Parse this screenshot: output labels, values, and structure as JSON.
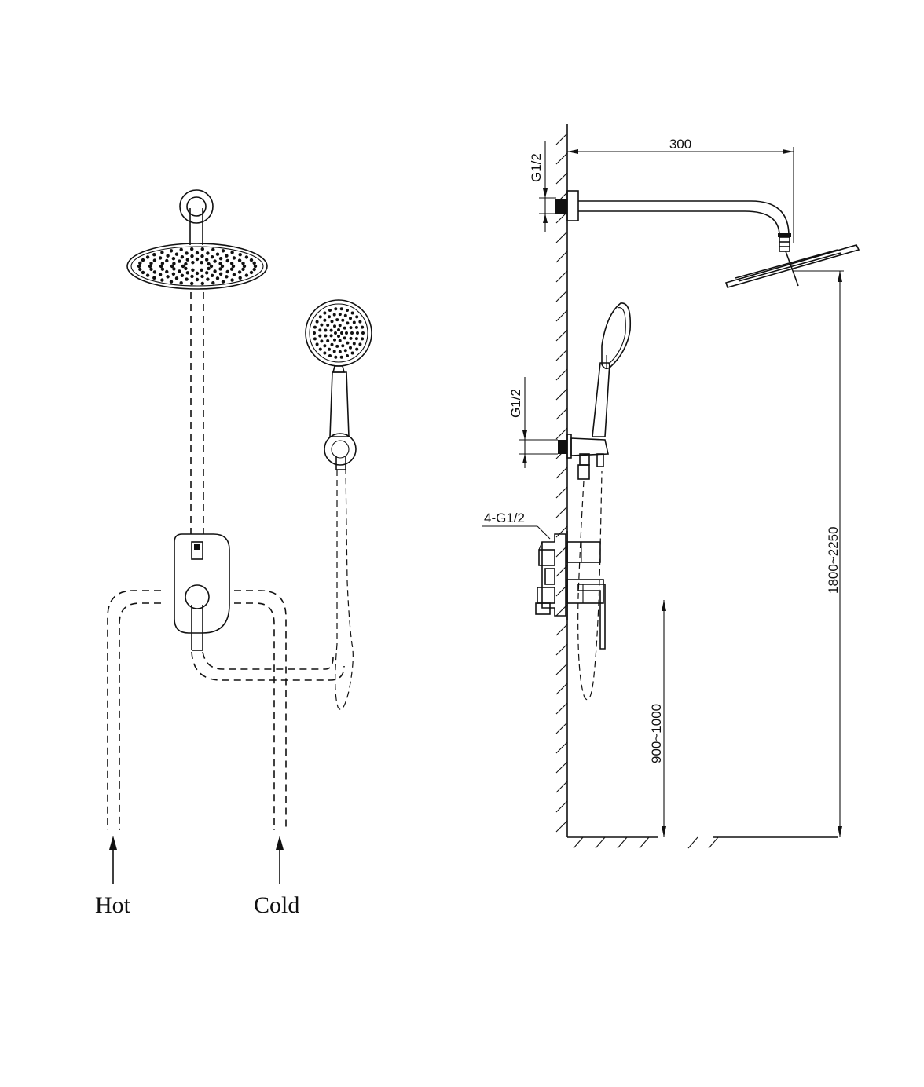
{
  "front_view": {
    "inlet_hot": "Hot",
    "inlet_cold": "Cold"
  },
  "side_view": {
    "arm_length": "300",
    "arm_thread": "G1/2",
    "hand_thread": "G1/2",
    "valve_threads": "4-G1/2",
    "head_height": "1800~2250",
    "valve_height": "900~1000"
  },
  "colors": {
    "line": "#111111",
    "background": "#ffffff"
  }
}
